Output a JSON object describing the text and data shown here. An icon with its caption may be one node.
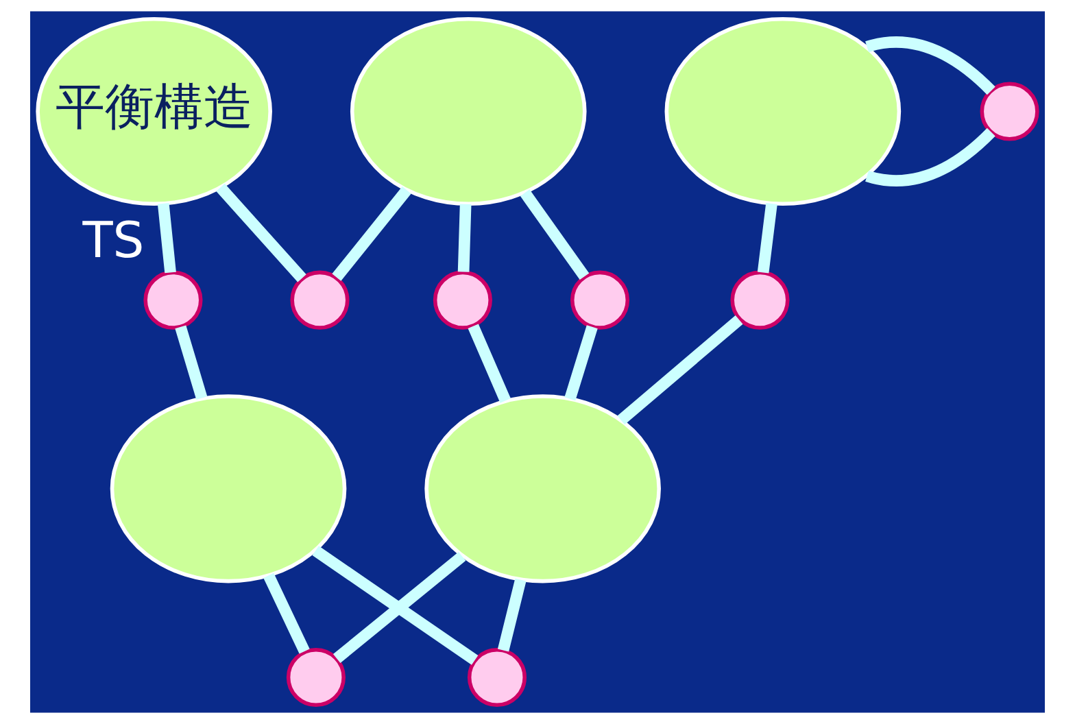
{
  "diagram": {
    "nodes": [
      {
        "text": [
          "平衡構造"
        ]
      },
      {
        "text": [],
        "shape": "ellipse"
      },
      {
        "text": [],
        "shape": "ellipse"
      },
      {
        "text": [],
        "shape": "ellipse"
      },
      {
        "text": [],
        "shape": "ellipse"
      },
      {
        "text": [],
        "shape": "circle"
      },
      {
        "text": [],
        "shape": "circle",
        "beside": [
          "TS"
        ]
      },
      {
        "text": [],
        "shape": "circle"
      },
      {
        "text": [],
        "shape": "circle"
      },
      {
        "text": [],
        "shape": "circle"
      },
      {
        "text": [],
        "shape": "circle"
      },
      {
        "text": [],
        "shape": "circle"
      },
      {
        "text": [],
        "shape": "circle"
      }
    ],
    "edges": [
      {
        "from": 0,
        "to": 5,
        "arrow": "none"
      },
      {
        "from": 5,
        "to": 1,
        "arrow": "none"
      },
      {
        "from": 0,
        "to": 6,
        "arrow": "none"
      },
      {
        "from": 6,
        "to": 3,
        "arrow": "none"
      },
      {
        "from": 1,
        "to": 7,
        "arrow": "none"
      },
      {
        "from": 7,
        "to": 4,
        "arrow": "none"
      },
      {
        "from": 1,
        "to": 8,
        "arrow": "none"
      },
      {
        "from": 8,
        "to": 4,
        "arrow": "none"
      },
      {
        "from": 2,
        "to": 9,
        "arrow": "none"
      },
      {
        "from": 9,
        "to": 4,
        "arrow": "none"
      },
      {
        "from": 2,
        "to": 10,
        "arrow": "none"
      },
      {
        "from": 10,
        "to": 2,
        "arrow": "none"
      },
      {
        "from": 3,
        "to": 11,
        "arrow": "none"
      },
      {
        "from": 11,
        "to": 4,
        "arrow": "none"
      },
      {
        "from": 3,
        "to": 12,
        "arrow": "none"
      },
      {
        "from": 12,
        "to": 4,
        "arrow": "none"
      }
    ]
  }
}
